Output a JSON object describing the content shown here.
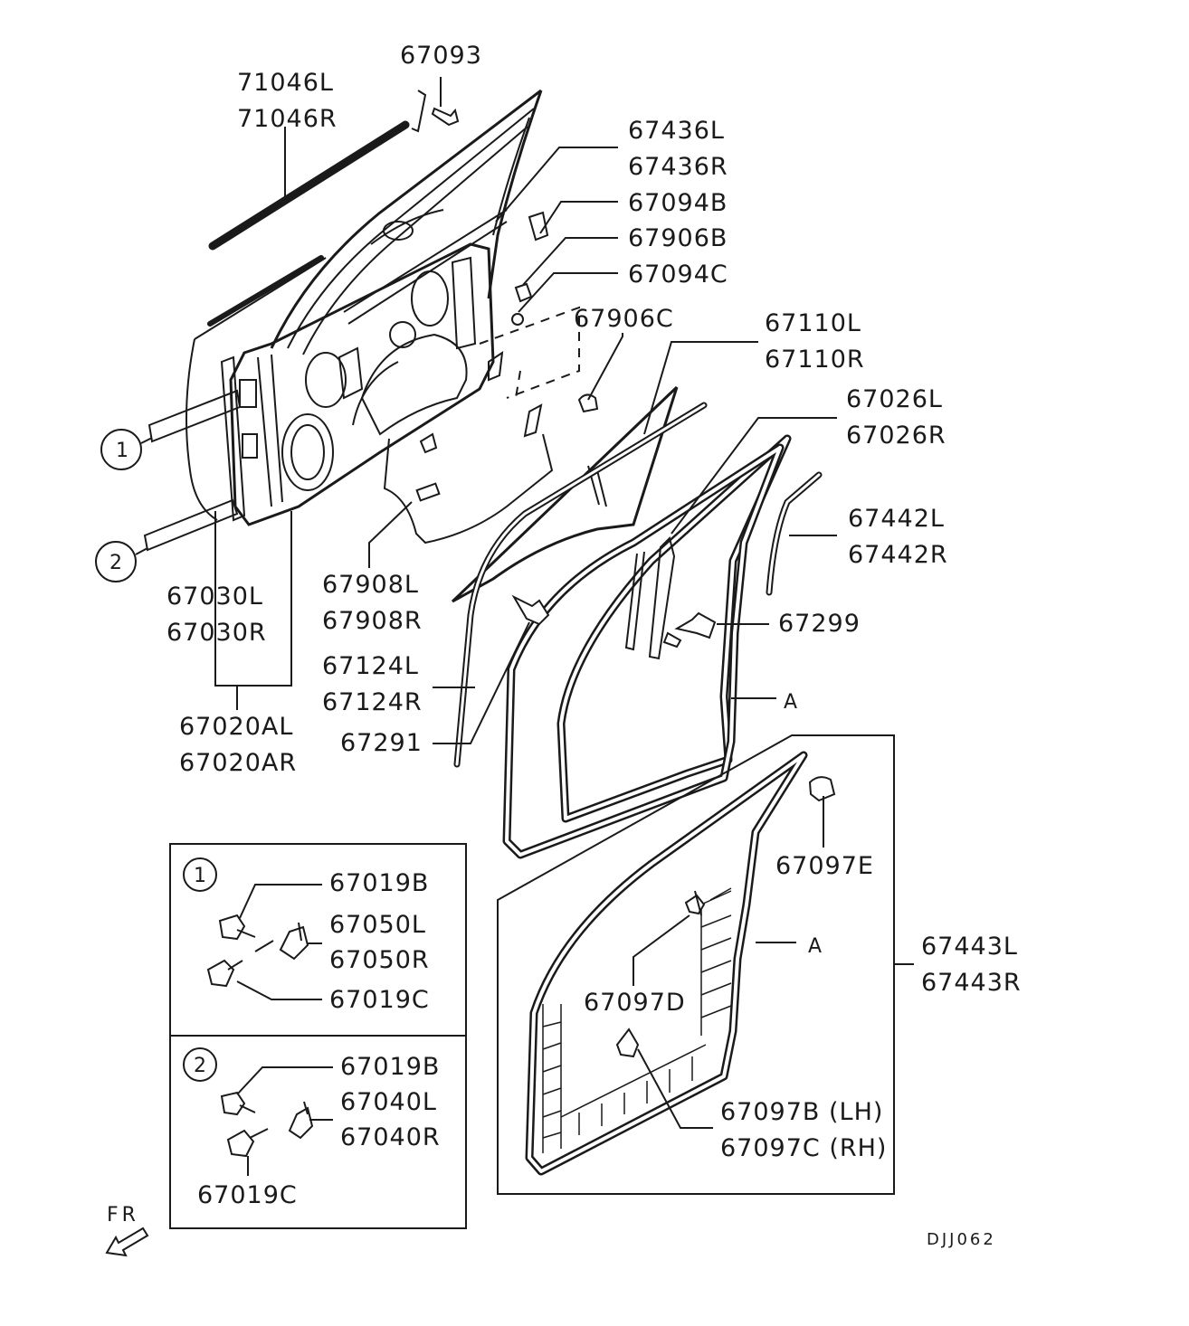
{
  "labels": {
    "p71046L": "71046L",
    "p71046R": "71046R",
    "p67093": "67093",
    "p67436L": "67436L",
    "p67436R": "67436R",
    "p67094B": "67094B",
    "p67906B": "67906B",
    "p67094C": "67094C",
    "p67906C": "67906C",
    "p67110L": "67110L",
    "p67110R": "67110R",
    "p67026L": "67026L",
    "p67026R": "67026R",
    "p67442L": "67442L",
    "p67442R": "67442R",
    "p67299": "67299",
    "markA1": "A",
    "p67030L": "67030L",
    "p67030R": "67030R",
    "p67908L": "67908L",
    "p67908R": "67908R",
    "p67124L": "67124L",
    "p67124R": "67124R",
    "p67291": "67291",
    "p67020AL": "67020AL",
    "p67020AR": "67020AR",
    "p67097E": "67097E",
    "markA2": "A",
    "p67443L": "67443L",
    "p67443R": "67443R",
    "p67097D": "67097D",
    "p67097B": "67097B (LH)",
    "p67097C": "67097C (RH)",
    "inset1_b": "67019B",
    "inset1_l": "67050L",
    "inset1_r": "67050R",
    "inset1_c": "67019C",
    "inset2_b": "67019B",
    "inset2_l": "67040L",
    "inset2_r": "67040R",
    "inset2_c": "67019C",
    "callout1": "1",
    "callout2": "2",
    "inset1_num": "1",
    "inset2_num": "2",
    "front": "FR",
    "code": "DJJ062"
  }
}
